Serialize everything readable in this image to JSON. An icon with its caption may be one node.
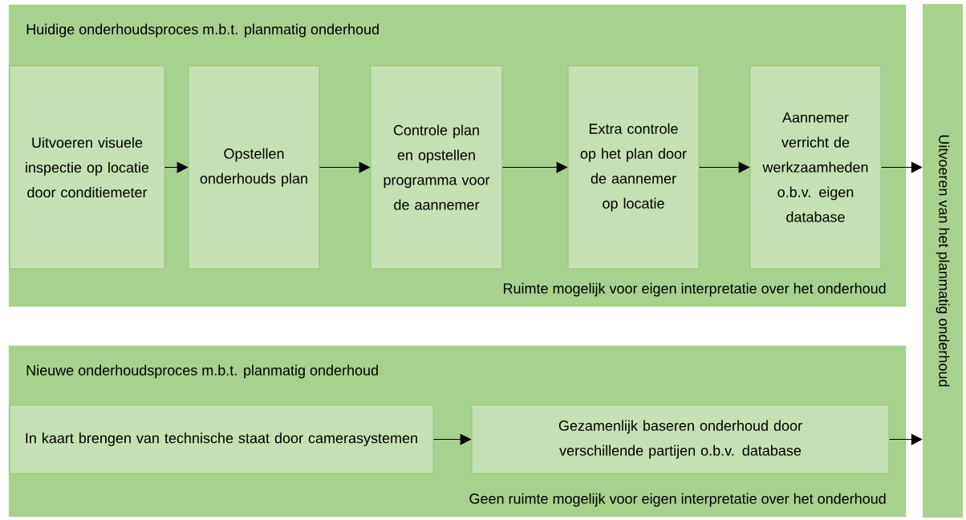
{
  "diagram": {
    "nodes": [
      {
        "text": [
          "Huidige onderhoudsproces m.b.t. planmatig onderhoud",
          "Ruimte mogelijk voor eigen interpretatie over het onderhoud"
        ]
      },
      {
        "text": [
          "Uitvoeren visuele inspectie op locatie door conditiemeter"
        ],
        "in": 0
      },
      {
        "text": [
          "Opstellen onderhouds plan"
        ],
        "in": 0
      },
      {
        "text": [
          "Controle plan en opstellen programma voor de aannemer"
        ],
        "in": 0
      },
      {
        "text": [
          "Extra controle op het plan door de aannemer op locatie"
        ],
        "in": 0
      },
      {
        "text": [
          "Aannemer verricht de werkzaamheden o.b.v. eigen database"
        ],
        "in": 0
      },
      {
        "text": [
          "Nieuwe onderhoudsproces m.b.t. planmatig onderhoud",
          "Geen ruimte mogelijk voor eigen interpretatie over het onderhoud"
        ]
      },
      {
        "text": [
          "In kaart brengen van technische staat door camerasystemen"
        ],
        "in": 6
      },
      {
        "text": [
          "Gezamenlijk baseren onderhoud door verschillende partijen o.b.v. database"
        ],
        "in": 6
      },
      {
        "text": [
          "Uitvoeren van het planmatig onderhoud"
        ]
      }
    ],
    "edges": [
      {
        "from": 1,
        "to": 2,
        "arrow": "to"
      },
      {
        "from": 2,
        "to": 3,
        "arrow": "to"
      },
      {
        "from": 3,
        "to": 4,
        "arrow": "to"
      },
      {
        "from": 4,
        "to": 5,
        "arrow": "to"
      },
      {
        "from": 5,
        "to": 9,
        "arrow": "to"
      },
      {
        "from": 7,
        "to": 8,
        "arrow": "to"
      },
      {
        "from": 8,
        "to": 9,
        "arrow": "to"
      }
    ]
  }
}
